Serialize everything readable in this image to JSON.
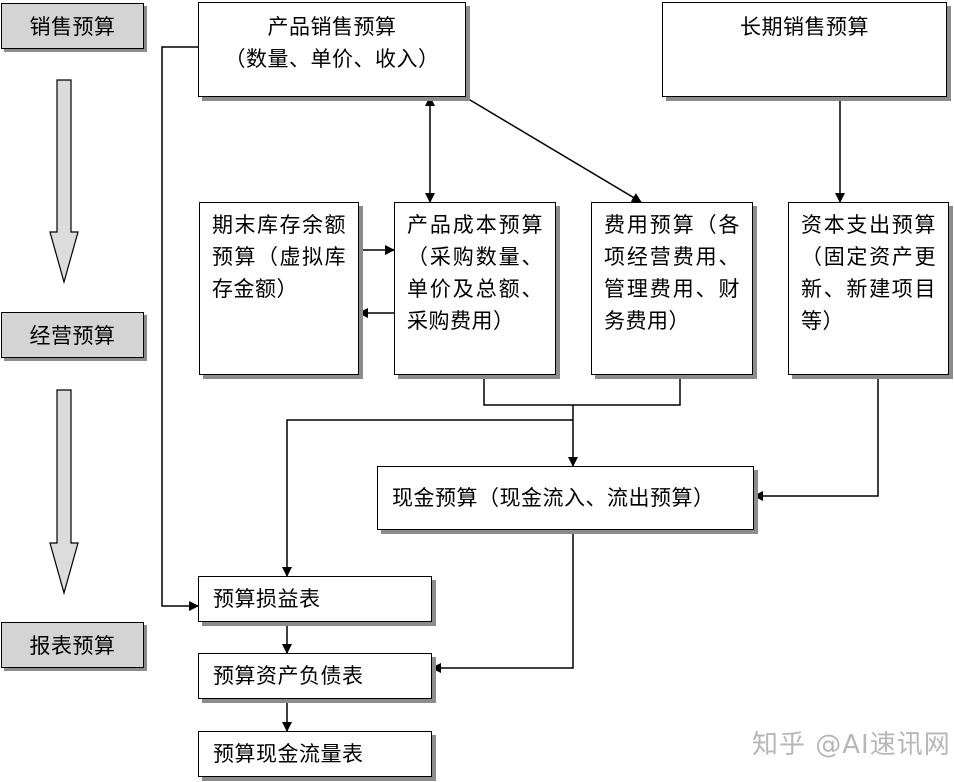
{
  "stages": {
    "sales": "销售预算",
    "operating": "经营预算",
    "statements": "报表预算"
  },
  "boxes": {
    "product_sales_title": "产品销售预算",
    "product_sales_detail": "（数量、单价、收入）",
    "long_term_sales": "长期销售预算",
    "ending_inventory": "期末库存余额预算（虚拟库存金额）",
    "product_cost": "产品成本预算（采购数量、单价及总额、采购费用）",
    "expense": "费用预算（各项经营费用、管理费用、财务费用）",
    "capital": "资本支出预算（固定资产更新、新建项目等）",
    "cash": "现金预算（现金流入、流出预算）",
    "income_statement": "预算损益表",
    "balance_sheet": "预算资产负债表",
    "cash_flow_statement": "预算现金流量表"
  },
  "watermark": "知乎 @AI速讯网",
  "colors": {
    "stage_fill": "#d4d4d4",
    "shadow": "#8c8c8c",
    "line": "#000000",
    "down_arrow_fill": "#dcdcdc"
  },
  "icons": {
    "stage_arrow": "down-arrow-icon",
    "connector_arrow": "arrowhead-icon"
  }
}
